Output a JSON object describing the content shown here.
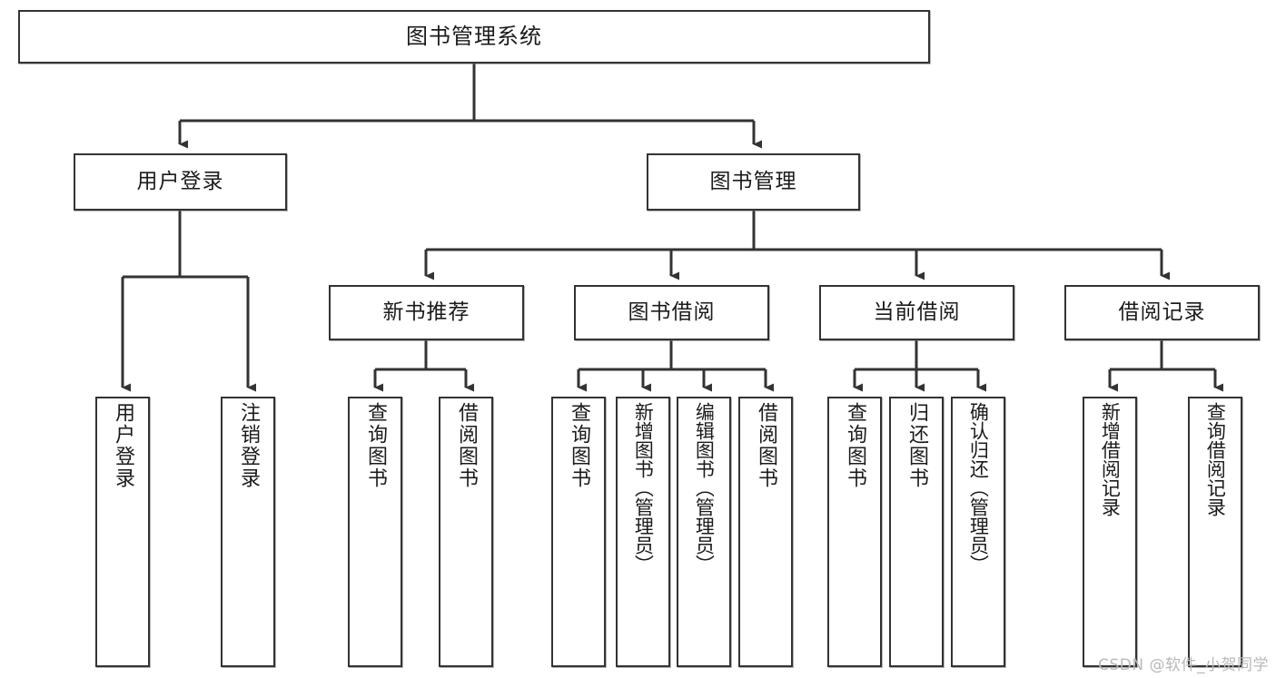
{
  "diagram": {
    "title": "图书管理系统",
    "watermark": "CSDN @软件_小贺同学",
    "colors": {
      "stroke": "#333333",
      "fill": "#ffffff",
      "text": "#1b1b1b",
      "watermark": "#b9b9b9"
    },
    "nodes": {
      "root": {
        "label": "图书管理系统"
      },
      "tier2": [
        {
          "id": "user-login",
          "label": "用户登录"
        },
        {
          "id": "book-manage",
          "label": "图书管理"
        }
      ],
      "tier3": [
        {
          "id": "new-book-recommend",
          "label": "新书推荐"
        },
        {
          "id": "book-borrow",
          "label": "图书借阅"
        },
        {
          "id": "current-borrow",
          "label": "当前借阅"
        },
        {
          "id": "borrow-record",
          "label": "借阅记录"
        }
      ],
      "leaves": [
        {
          "id": "leaf-user-login",
          "label": "用户登录",
          "parent": "user-login"
        },
        {
          "id": "leaf-user-logout",
          "label": "注销登录",
          "parent": "user-login"
        },
        {
          "id": "leaf-query-book-1",
          "label": "查询图书",
          "parent": "new-book-recommend"
        },
        {
          "id": "leaf-borrow-book-1",
          "label": "借阅图书",
          "parent": "new-book-recommend"
        },
        {
          "id": "leaf-query-book-2",
          "label": "查询图书",
          "parent": "book-borrow"
        },
        {
          "id": "leaf-add-book",
          "label": "新增图书（管理员）",
          "parent": "book-borrow"
        },
        {
          "id": "leaf-edit-book",
          "label": "编辑图书（管理员）",
          "parent": "book-borrow"
        },
        {
          "id": "leaf-borrow-book-2",
          "label": "借阅图书",
          "parent": "book-borrow"
        },
        {
          "id": "leaf-query-book-3",
          "label": "查询图书",
          "parent": "current-borrow"
        },
        {
          "id": "leaf-return-book",
          "label": "归还图书",
          "parent": "current-borrow"
        },
        {
          "id": "leaf-confirm-return",
          "label": "确认归还（管理员）",
          "parent": "current-borrow"
        },
        {
          "id": "leaf-add-record",
          "label": "新增借阅记录",
          "parent": "borrow-record"
        },
        {
          "id": "leaf-query-record",
          "label": "查询借阅记录",
          "parent": "borrow-record"
        }
      ]
    }
  }
}
